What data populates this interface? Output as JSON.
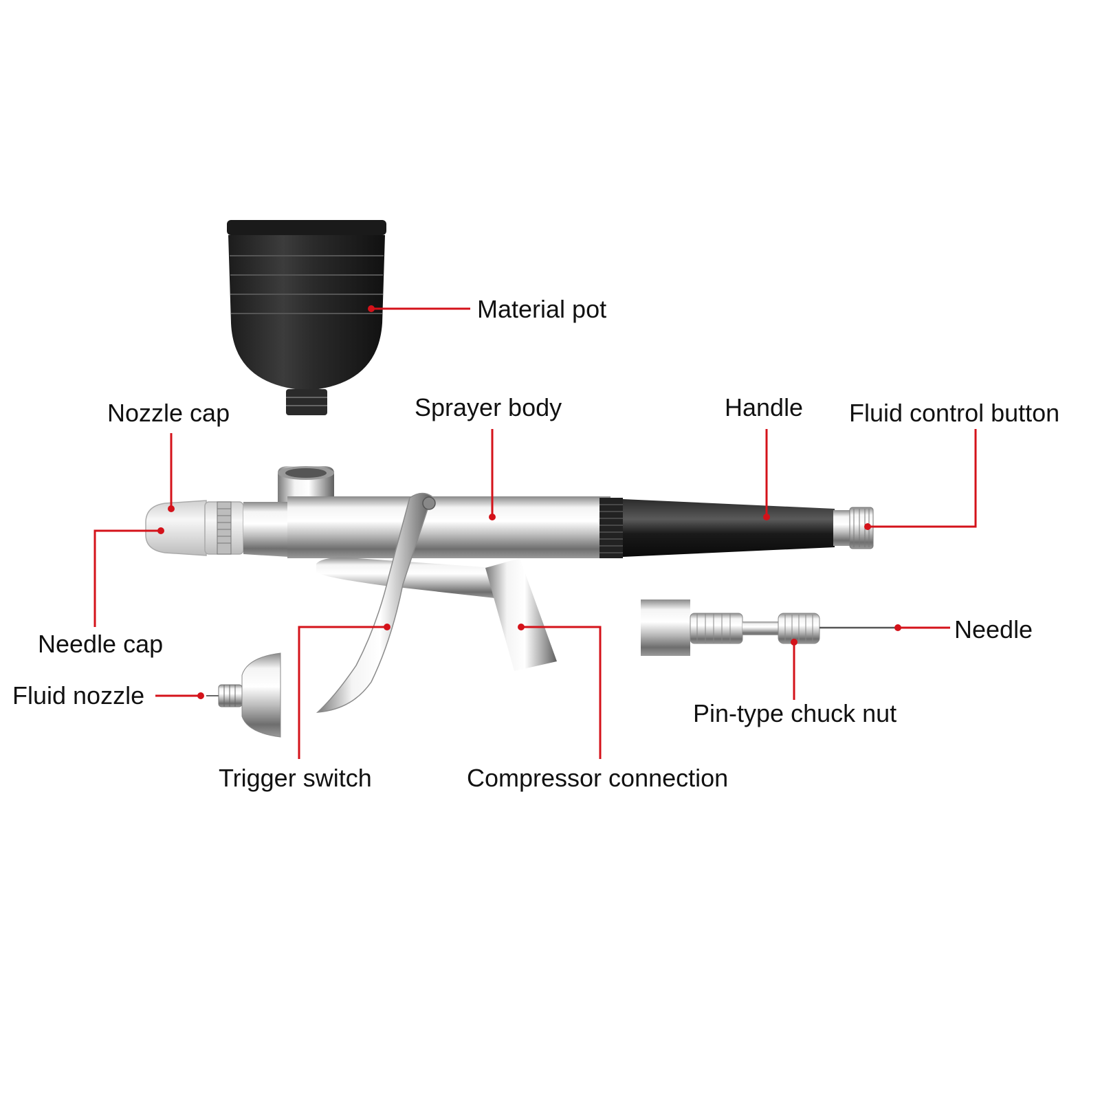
{
  "colors": {
    "leader": "#d4121a",
    "background": "#ffffff",
    "text": "#111111",
    "chrome_light": "#f2f2f2",
    "chrome_mid": "#bdbdbd",
    "chrome_dark": "#6e6e6e",
    "black_part": "#1a1a1a"
  },
  "labels": {
    "material_pot": "Material pot",
    "nozzle_cap": "Nozzle cap",
    "sprayer_body": "Sprayer body",
    "handle": "Handle",
    "fluid_control_button": "Fluid control button",
    "needle_cap": "Needle cap",
    "needle": "Needle",
    "fluid_nozzle": "Fluid nozzle",
    "pin_type_chuck_nut": "Pin-type chuck nut",
    "trigger_switch": "Trigger switch",
    "compressor_connection": "Compressor connection"
  }
}
